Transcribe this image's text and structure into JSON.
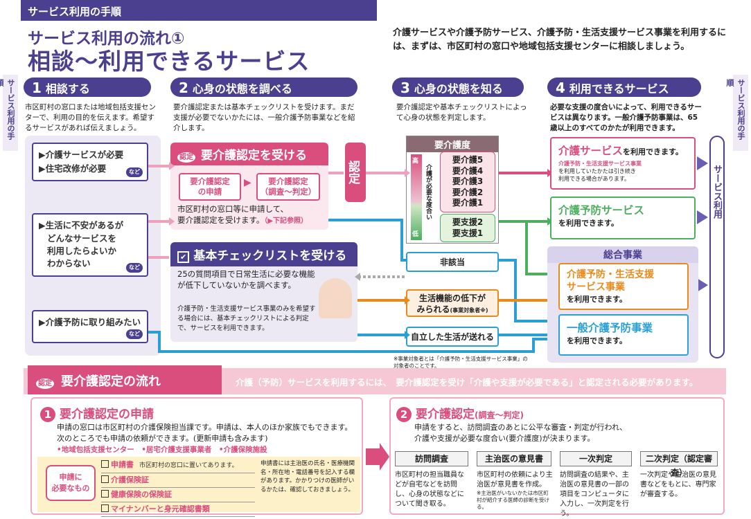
{
  "header": {
    "section": "サービス利用の手順",
    "title1": "サービス利用の流れ①",
    "title2": "相談～利用できるサービス",
    "intro": "介護サービスや介護予防サービス、介護予防・生活支援サービス事業を利用するには、まずは、市区町村の窓口や地域包括支援センターに相談しましょう。"
  },
  "side_label": "サービス利用の手順",
  "steps": [
    {
      "num": "1",
      "label": "相談する",
      "desc": "市区町村の窓口または地域包括支援センターで、利用の目的を伝えます。希望するサービスがあれば伝えましょう。"
    },
    {
      "num": "2",
      "label": "心身の状態を調べる",
      "desc": "要介護認定または基本チェックリストを受けます。まだ支援が必要でないかたには、一般介護予防事業などを紹介します。"
    },
    {
      "num": "3",
      "label": "心身の状態を知る",
      "desc": "要介護認定や基本チェックリストによって心身の状態を判定します。"
    },
    {
      "num": "4",
      "label": "利用できるサービス",
      "desc": "必要な支援の度合いによって、利用できるサービスは異なります。一般介護予防事業は、65歳以上のすべてのかたが利用できます。"
    }
  ],
  "consult": {
    "card1": [
      "介護サービスが必要",
      "住宅改修が必要"
    ],
    "card2": [
      "生活に不安があるが",
      "どんなサービスを",
      "利用したらよいか",
      "わからない"
    ],
    "card3": [
      "介護予防に取り組みたい"
    ],
    "nado": "など"
  },
  "nintei_box": {
    "badge": "認定",
    "title": "要介護認定を受ける",
    "btn1": "要介護認定\nの申請",
    "btn2": "要介護認定\n（調査～判定）",
    "body1": "市区町村の窓口等に申請して、",
    "body2": "要介護認定を受けます。",
    "ref": "（▶下記参照）"
  },
  "check_box": {
    "title": "基本チェックリストを受ける",
    "body": "25の質問項目で日常生活に必要な機能が低下していないかを調べます。",
    "note": "介護予防・生活支援サービス事業のみを希望する場合には、基本チェックリストによる判定で、サービスを利用できます。"
  },
  "nintei_label": "認定",
  "care_level": {
    "title": "要介護度",
    "high": "高",
    "low": "低",
    "axis": "介護が必要な度合い",
    "kaigo": [
      "要介護5",
      "要介護4",
      "要介護3",
      "要介護2",
      "要介護1"
    ],
    "shien": [
      "要支援2",
      "要支援1"
    ]
  },
  "results": {
    "hi": "非該当",
    "decline": "生活機能の低下が",
    "decline2": "みられる",
    "decline_note": "(事業対象者※)",
    "independent": "自立した生活が送れる"
  },
  "services": {
    "kaigo": {
      "name": "介護サービス",
      "suffix": "を利用できます。",
      "note1": "介護予防・生活支援サービス事業",
      "note2": "を利用していたかたは引き続き",
      "note3": "利用できる場合があります。"
    },
    "yobo": {
      "name": "介護予防サービス",
      "suffix": "を利用できます。"
    },
    "sogo": "総合事業",
    "seikatsu": {
      "name1": "介護予防・生活支援",
      "name2": "サービス事業",
      "suffix": "を利用できます。"
    },
    "ippan": {
      "name": "一般介護予防事業",
      "suffix": "を利用できます。"
    }
  },
  "service_use": "サービス利用",
  "footnote": "※事業対象者とは「介護予防・生活支援サービス事業」の対象者のことです。",
  "flow": {
    "badge": "認定",
    "title": "要介護認定の流れ",
    "info": "介護（予防）サービスを利用するには、　要介護認定を受け「介護や支援が必要である」と認定される必要があります。"
  },
  "apply": {
    "num": "1",
    "title": "要介護認定の申請",
    "desc1": "申請の窓口は市区町村の介護保険担当課です。申請は、本人のほか家族でもできます。",
    "desc2": "次のところでも申請の依頼ができます。(更新申請も含みます)",
    "places": "•地域包括支援センター　•居宅介護支援事業者　•介護保険施設",
    "need_label": "申請に\n必要なもの",
    "items": [
      "申請書",
      "介護保険証",
      "健康保険の保険証",
      "マイナンバーと身元確認書類"
    ],
    "item1_note": "市区町村の窓口に置いてあります。",
    "side_note": "申請書には主治医の氏名・医療機関名・所在地・電話番号を記入する欄があります。かかりつけの医師がいるかたは、確認しておきましょう。"
  },
  "judge": {
    "num": "2",
    "title": "要介護認定",
    "title_sub": "(調査～判定)",
    "desc1": "申請をすると、訪問調査のあとに公平な審査・判定が行われ、",
    "desc2": "介護や支援が必要な度合い(要介護度)が決まります。",
    "stages": [
      {
        "name": "訪問調査",
        "text": "市区町村の担当職員などが自宅などを訪問し、心身の状態などについて聞き取る。"
      },
      {
        "name": "主治医の意見書",
        "text": "市区町村の依頼により主治医が意見書を作成。",
        "note": "※主治医がいないかたは市区町村が紹介する医師の診断を受ける。"
      },
      {
        "name": "一次判定",
        "text": "訪問調査の結果や、主治医の意見書の一部の項目をコンピュータに入力し、一次判定を行う。"
      },
      {
        "name": "二次判定（認定審査）",
        "text": "一次判定や主治医の意見書などをもとに、専門家が審査する。"
      }
    ]
  },
  "colors": {
    "purple": "#4b3f8f",
    "pink": "#d94e7d",
    "green": "#4cae5e",
    "orange": "#e98a1c",
    "blue": "#2a9fd6"
  }
}
